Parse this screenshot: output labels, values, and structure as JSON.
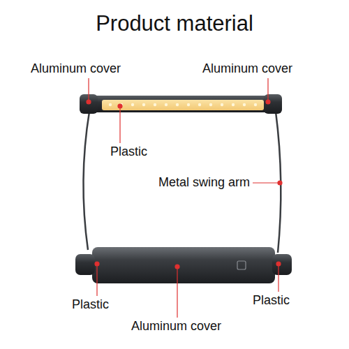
{
  "diagram": {
    "title": "Product material",
    "labels": [
      "Aluminum cover",
      "Aluminum cover",
      "Plastic",
      "Metal swing arm",
      "Plastic",
      "Aluminum cover",
      "Plastic"
    ]
  }
}
